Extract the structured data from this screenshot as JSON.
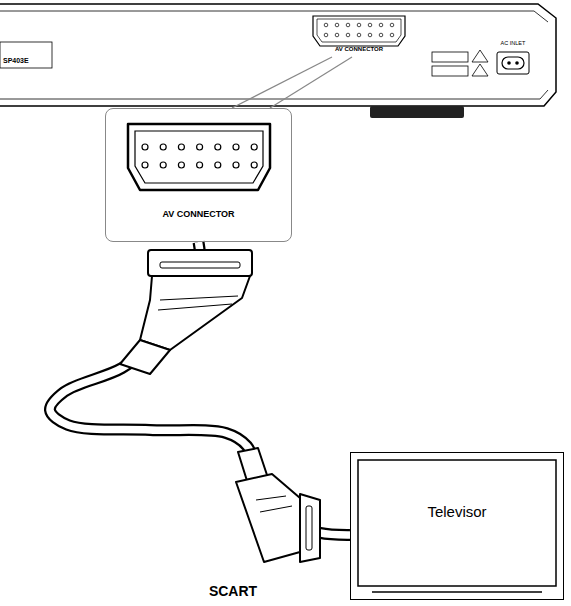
{
  "diagram": {
    "nodes": [
      {
        "text": [
          "AV CONNECTOR"
        ]
      },
      {
        "text": [
          "Televisor"
        ]
      }
    ],
    "edges": [
      {
        "from": 0,
        "to": 1,
        "arrow": "none"
      }
    ],
    "labels": [
      "AV CONNECTOR",
      "AC INLET",
      "SP403E",
      "SCART"
    ]
  }
}
